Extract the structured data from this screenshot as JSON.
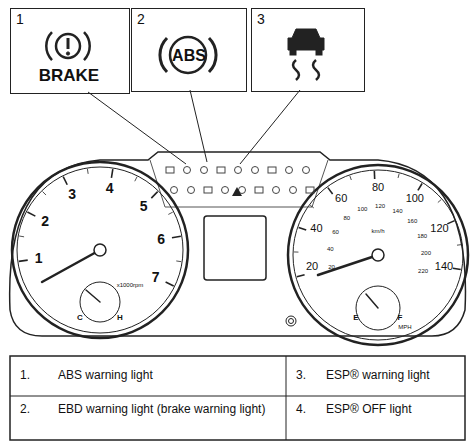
{
  "diagram": {
    "nodes": [
      {
        "text": [
          "1",
          "BRAKE"
        ]
      },
      {
        "text": [
          "2",
          "ABS"
        ]
      },
      {
        "text": [
          "3"
        ]
      }
    ],
    "labels": [
      "1.",
      "ABS warning light",
      "3.",
      "ESP® warning light",
      "2.",
      "EBD warning light (brake warning light)",
      "4.",
      "ESP® OFF light",
      "1",
      "2",
      "3",
      "4",
      "5",
      "6",
      "7",
      "x1000rpm",
      "C",
      "H",
      "20",
      "40",
      "60",
      "80",
      "100",
      "120",
      "140",
      "MPH",
      "E",
      "F",
      "20",
      "40",
      "60",
      "80",
      "100",
      "120",
      "140",
      "160",
      "180",
      "200",
      "220",
      "km/h"
    ]
  }
}
